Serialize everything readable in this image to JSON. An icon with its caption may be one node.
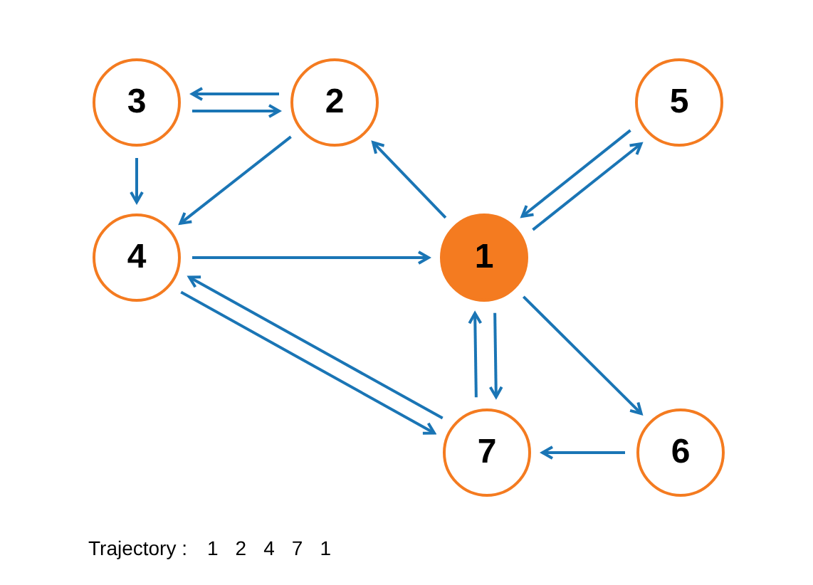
{
  "diagram": {
    "nodes": [
      {
        "text": [
          "3"
        ]
      },
      {
        "text": [
          "2"
        ]
      },
      {
        "text": [
          "5"
        ]
      },
      {
        "text": [
          "4"
        ]
      },
      {
        "text": [
          "1"
        ]
      },
      {
        "text": [
          "7"
        ]
      },
      {
        "text": [
          "6"
        ]
      }
    ],
    "edges": [
      {
        "from": 1,
        "to": 0,
        "arrow": "to"
      },
      {
        "from": 0,
        "to": 1,
        "arrow": "to"
      },
      {
        "from": 0,
        "to": 3,
        "arrow": "to"
      },
      {
        "from": 1,
        "to": 3,
        "arrow": "to"
      },
      {
        "from": 4,
        "to": 1,
        "arrow": "to"
      },
      {
        "from": 3,
        "to": 4,
        "arrow": "to"
      },
      {
        "from": 4,
        "to": 2,
        "arrow": "to"
      },
      {
        "from": 2,
        "to": 4,
        "arrow": "to"
      },
      {
        "from": 5,
        "to": 3,
        "arrow": "to"
      },
      {
        "from": 3,
        "to": 5,
        "arrow": "to"
      },
      {
        "from": 5,
        "to": 4,
        "arrow": "to"
      },
      {
        "from": 4,
        "to": 5,
        "arrow": "to"
      },
      {
        "from": 4,
        "to": 6,
        "arrow": "to"
      },
      {
        "from": 6,
        "to": 5,
        "arrow": "to"
      }
    ],
    "labels": [
      "Trajectory :",
      "1",
      "2",
      "4",
      "7",
      "1"
    ]
  }
}
